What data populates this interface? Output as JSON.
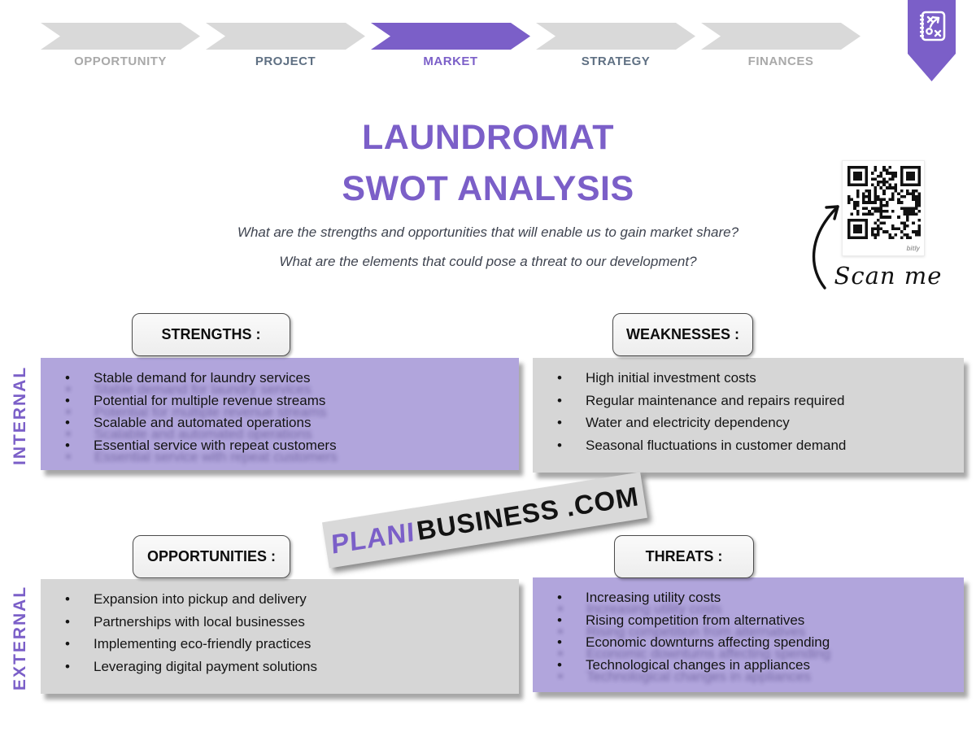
{
  "stepper": {
    "steps": [
      {
        "label": "OPPORTUNITY",
        "state": "inactive"
      },
      {
        "label": "PROJECT",
        "state": "visited"
      },
      {
        "label": "MARKET",
        "state": "active"
      },
      {
        "label": "STRATEGY",
        "state": "visited"
      },
      {
        "label": "FINANCES",
        "state": "inactive"
      }
    ]
  },
  "badge": {
    "icon": "strategy-playbook-icon"
  },
  "title": {
    "line1": "LAUNDROMAT",
    "line2": "SWOT ANALYSIS"
  },
  "subtitle": {
    "line1": "What are the strengths and opportunities that will enable us to gain market share?",
    "line2": "What are the elements that could pose a threat to our development?"
  },
  "qr": {
    "caption": "Scan me",
    "provider": "bitly"
  },
  "axis": {
    "internal": "INTERNAL",
    "external": "EXTERNAL"
  },
  "swot": {
    "strengths": {
      "label": "STRENGTHS :",
      "items": [
        "Stable demand for laundry services",
        "Potential for multiple revenue streams",
        "Scalable and automated operations",
        "Essential service with repeat customers"
      ]
    },
    "weaknesses": {
      "label": "WEAKNESSES :",
      "items": [
        "High initial investment costs",
        "Regular maintenance and repairs required",
        "Water and electricity dependency",
        "Seasonal fluctuations in customer demand"
      ]
    },
    "opportunities": {
      "label": "OPPORTUNITIES :",
      "items": [
        "Expansion into pickup and delivery",
        "Partnerships with local businesses",
        "Implementing eco-friendly practices",
        "Leveraging digital payment solutions"
      ]
    },
    "threats": {
      "label": "THREATS :",
      "items": [
        "Increasing utility costs",
        "Rising competition from alternatives",
        "Economic downturns affecting spending",
        "Technological changes in appliances"
      ]
    }
  },
  "watermark": {
    "part1": "PLANI",
    "part2": "BUSINESS",
    "part3": ".COM"
  },
  "bullet": "•",
  "colors": {
    "accent_purple": "#7b5fc8",
    "panel_purple": "#b1a5dc",
    "panel_gray": "#d6d6d6",
    "step_gray": "#d9d9d9",
    "step_text_inactive": "#a9a9a9",
    "step_text_visited": "#5f7083"
  }
}
